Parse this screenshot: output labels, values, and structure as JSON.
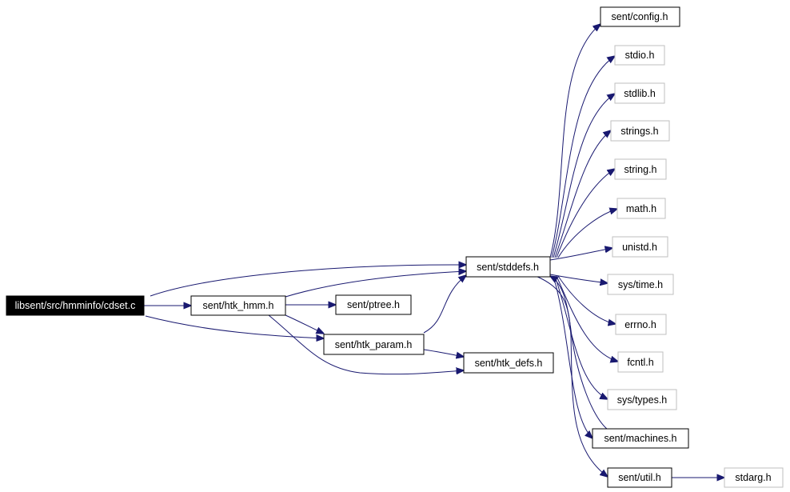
{
  "graph": {
    "nodes": {
      "cdset": "libsent/src/hmminfo/cdset.c",
      "htk_hmm": "sent/htk_hmm.h",
      "ptree": "sent/ptree.h",
      "htk_param": "sent/htk_param.h",
      "htk_defs": "sent/htk_defs.h",
      "stddefs": "sent/stddefs.h",
      "config": "sent/config.h",
      "stdio": "stdio.h",
      "stdlib": "stdlib.h",
      "strings": "strings.h",
      "string": "string.h",
      "math": "math.h",
      "unistd": "unistd.h",
      "systime": "sys/time.h",
      "errno": "errno.h",
      "fcntl": "fcntl.h",
      "systypes": "sys/types.h",
      "machines": "sent/machines.h",
      "util": "sent/util.h",
      "stdarg": "stdarg.h"
    },
    "colors": {
      "edge": "#191970",
      "root_fill": "#000000",
      "external_border": "#bfbfbf",
      "local_border": "#000000"
    }
  }
}
